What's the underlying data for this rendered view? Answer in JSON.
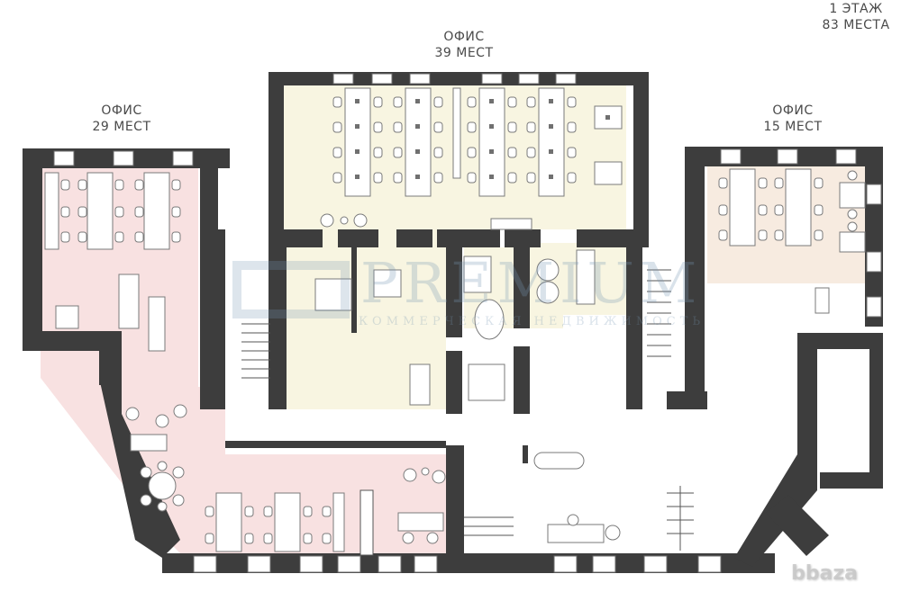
{
  "floor": {
    "title": "1 ЭТАЖ",
    "seats": "83 МЕСТА"
  },
  "zones": [
    {
      "id": "office-39",
      "label": "ОФИС",
      "seats": "39 МЕСТ",
      "color": "#f8f5e1"
    },
    {
      "id": "office-29",
      "label": "ОФИС",
      "seats": "29 МЕСТ",
      "color": "#f8e1e1"
    },
    {
      "id": "office-15",
      "label": "ОФИС",
      "seats": "15 МЕСТ",
      "color": "#f7ebe0"
    }
  ],
  "watermark": {
    "brand": "PREMIUM",
    "tagline": "КОММЕРЧЕСКАЯ НЕДВИЖИМОСТЬ"
  },
  "site_mark": "bbaza",
  "colors": {
    "wall": "#3d3d3d",
    "furniture": "#ffffff",
    "outline": "#6b6b6b"
  }
}
